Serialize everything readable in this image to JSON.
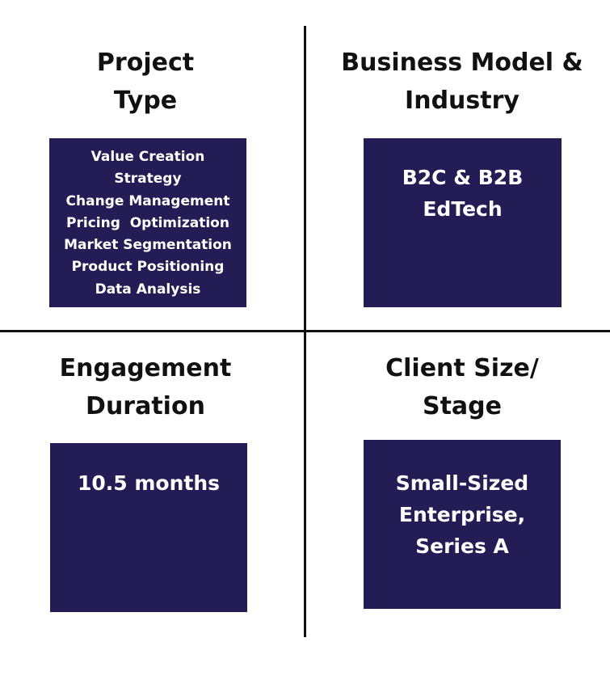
{
  "quadrants": {
    "project_type": {
      "title_lines": [
        "Project",
        "Type"
      ],
      "items": [
        "Value Creation",
        "Strategy",
        "Change Management",
        "Pricing  Optimization",
        "Market Segmentation",
        "Product Positioning",
        "Data Analysis"
      ]
    },
    "business_model": {
      "title_lines": [
        "Business Model &",
        "Industry"
      ],
      "items": [
        "B2C & B2B",
        "EdTech"
      ]
    },
    "engagement_duration": {
      "title_lines": [
        "Engagement",
        "Duration"
      ],
      "items": [
        "10.5 months"
      ]
    },
    "client_size": {
      "title_lines": [
        "Client Size/",
        "Stage"
      ],
      "items": [
        "Small-Sized",
        "Enterprise,",
        "Series A"
      ]
    }
  },
  "colors": {
    "box_background": "#241d55",
    "box_text": "#ffffff",
    "heading_text": "#111111",
    "divider": "#111111"
  }
}
